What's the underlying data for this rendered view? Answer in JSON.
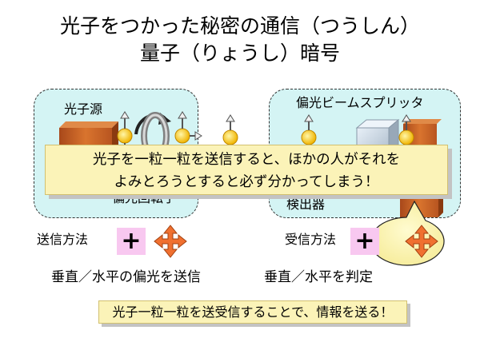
{
  "title": {
    "line1": "光子をつかった秘密の通信（つうしん）",
    "line2": "量子（りょうし）暗号"
  },
  "sender": {
    "source_label": "光子源",
    "rotator_label": "偏光回転子",
    "method_label": "送信方法",
    "description": "垂直／水平の偏光を送信"
  },
  "receiver": {
    "splitter_label": "偏光ビームスプリッタ",
    "detector_label": "検出器",
    "method_label": "受信方法",
    "description": "垂直／水平を判定"
  },
  "plus_symbol": "+",
  "callout": {
    "line1": "光子を一粒一粒を送信すると、ほかの人がそれを",
    "line2": "よみとろうとすると必ず分かってしまう！"
  },
  "summary": "光子一粒一粒を送受信することで、情報を送る！",
  "colors": {
    "panel": "#d4f4f4",
    "box_orange": "#d2691e",
    "arrow_orange": "#f07030",
    "photon_yellow": "#ffd21e",
    "plus_pink": "#f8c8f0",
    "callout_yellow": "#fbf3b8"
  },
  "icons": [
    "photon-source-box",
    "rotate-arrow-icon",
    "polarization-rotator-ring",
    "photon-icon",
    "four-way-arrow-icon",
    "beam-splitter-cube",
    "detector-box"
  ]
}
